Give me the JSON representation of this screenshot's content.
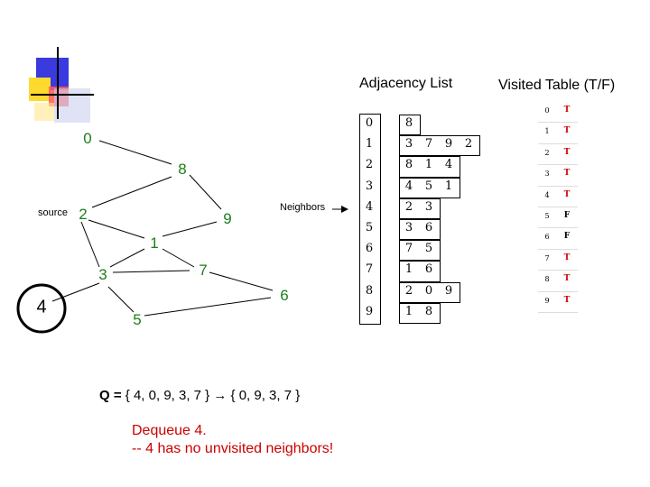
{
  "titles": {
    "adjacency": "Adjacency List",
    "visited": "Visited Table (T/F)"
  },
  "graph": {
    "source_label": "source",
    "neighbors_label": "Neighbors",
    "nodes": [
      "0",
      "8",
      "2",
      "9",
      "1",
      "3",
      "7",
      "4",
      "6",
      "5"
    ]
  },
  "adjacency_list": [
    {
      "index": "0",
      "neighbors": [
        "8"
      ]
    },
    {
      "index": "1",
      "neighbors": [
        "3",
        "7",
        "9",
        "2"
      ]
    },
    {
      "index": "2",
      "neighbors": [
        "8",
        "1",
        "4"
      ]
    },
    {
      "index": "3",
      "neighbors": [
        "4",
        "5",
        "1"
      ]
    },
    {
      "index": "4",
      "neighbors": [
        "2",
        "3"
      ]
    },
    {
      "index": "5",
      "neighbors": [
        "3",
        "6"
      ]
    },
    {
      "index": "6",
      "neighbors": [
        "7",
        "5"
      ]
    },
    {
      "index": "7",
      "neighbors": [
        "1",
        "6"
      ]
    },
    {
      "index": "8",
      "neighbors": [
        "2",
        "0",
        "9"
      ]
    },
    {
      "index": "9",
      "neighbors": [
        "1",
        "8"
      ]
    }
  ],
  "visited_table": [
    {
      "index": "0",
      "value": "T"
    },
    {
      "index": "1",
      "value": "T"
    },
    {
      "index": "2",
      "value": "T"
    },
    {
      "index": "3",
      "value": "T"
    },
    {
      "index": "4",
      "value": "T"
    },
    {
      "index": "5",
      "value": "F"
    },
    {
      "index": "6",
      "value": "F"
    },
    {
      "index": "7",
      "value": "T"
    },
    {
      "index": "8",
      "value": "T"
    },
    {
      "index": "9",
      "value": "T"
    }
  ],
  "queue": {
    "label": "Q =",
    "text": "{ 4, 0, 9, 3, 7 } → { 0, 9, 3, 7 }"
  },
  "dequeue": {
    "line1": "Dequeue 4.",
    "line2": "-- 4 has no unvisited neighbors!"
  },
  "colors": {
    "true_value": "#cc0000",
    "false_value": "#000000",
    "node_text": "#1a7f1a",
    "dequeue_text": "#cc0000"
  }
}
